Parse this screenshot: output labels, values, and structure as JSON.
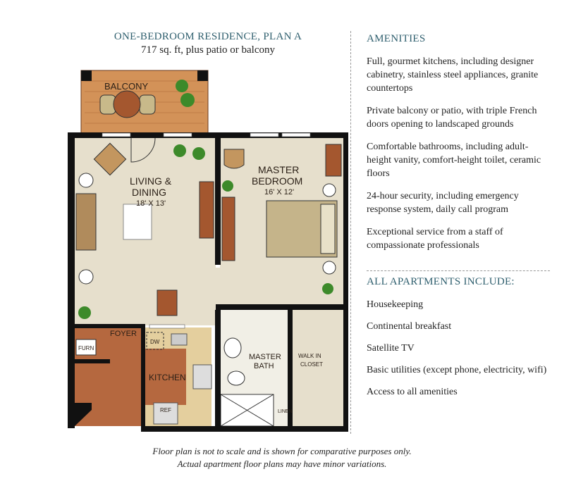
{
  "header": {
    "title": "ONE-BEDROOM RESIDENCE, PLAN A",
    "subtitle": "717 sq. ft, plus patio or balcony"
  },
  "plan": {
    "balcony": "BALCONY",
    "living": "LIVING &",
    "living2": "DINING",
    "living_dim": "18' X 13'",
    "bedroom": "MASTER",
    "bedroom2": "BEDROOM",
    "bedroom_dim": "16' X 12'",
    "foyer": "FOYER",
    "furn": "FURN",
    "kitchen": "KITCHEN",
    "dw": "DW",
    "ref": "REF",
    "bath": "MASTER",
    "bath2": "BATH",
    "closet": "WALK IN",
    "closet2": "CLOSET",
    "linen": "LINEN"
  },
  "amenities": {
    "heading": "AMENITIES",
    "items": [
      "Full, gourmet kitchens, including designer cabinetry, stainless steel appliances, granite countertops",
      "Private balcony or patio, with triple French doors opening to landscaped grounds",
      "Comfortable bathrooms, including adult-height vanity, comfort-height toilet, ceramic floors",
      "24-hour security, including emergency response system, daily call program",
      "Exceptional service from a staff of compassionate professionals"
    ]
  },
  "includes": {
    "heading": "ALL APARTMENTS INCLUDE:",
    "items": [
      "Housekeeping",
      "Continental breakfast",
      "Satellite TV",
      "Basic utilities (except phone, electricity, wifi)",
      "Access to all amenities"
    ]
  },
  "footer": {
    "line1": "Floor plan is not to scale and is shown for comparative purposes only.",
    "line2": "Actual apartment floor plans may have minor variations."
  },
  "colors": {
    "heading": "#2f5f6e",
    "wall": "#111111",
    "carpet": "#e6dfcc",
    "wood": "#b5683f",
    "balcony": "#d39258",
    "tile": "#f1efe6",
    "granite": "#e4cf9e"
  }
}
